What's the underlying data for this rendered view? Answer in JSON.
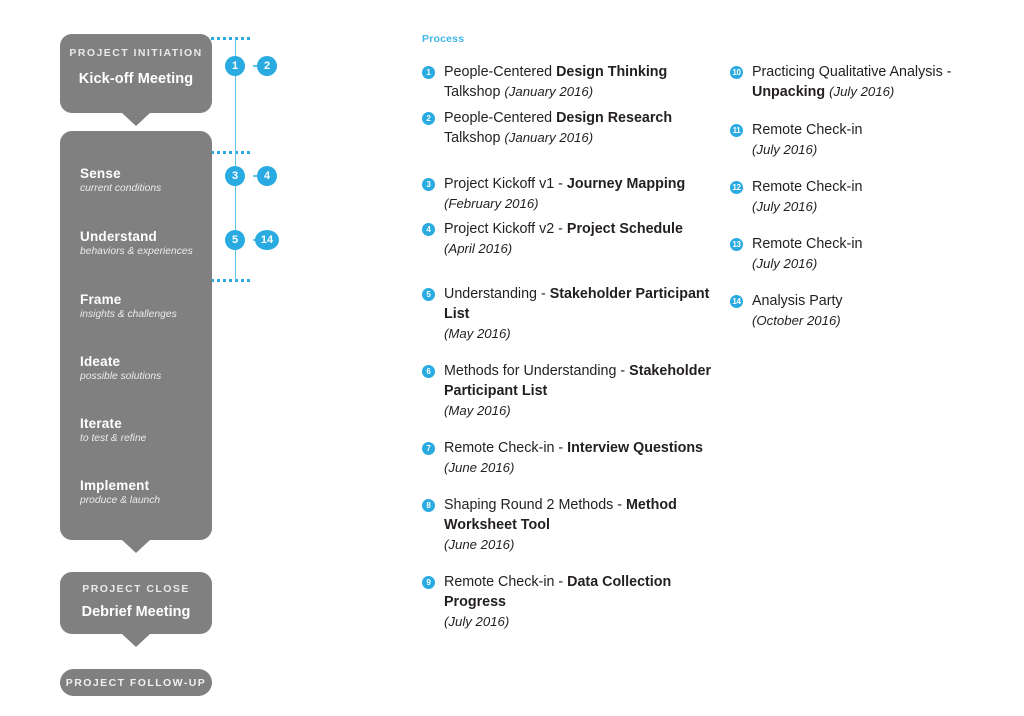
{
  "colors": {
    "accent": "#29ABE2",
    "accent_light": "#5BC2EC",
    "header_blue": "#41B6E6",
    "box_gray": "#808080",
    "text_dark": "#231f20"
  },
  "diagram": {
    "initiation": {
      "kicker": "PROJECT INITIATION",
      "title": "Kick-off Meeting"
    },
    "phases": [
      {
        "name": "Sense",
        "sub": "current conditions"
      },
      {
        "name": "Understand",
        "sub": "behaviors & experiences"
      },
      {
        "name": "Frame",
        "sub": "insights & challenges"
      },
      {
        "name": "Ideate",
        "sub": "possible solutions"
      },
      {
        "name": "Iterate",
        "sub": "to test & refine"
      },
      {
        "name": "Implement",
        "sub": "produce & launch"
      }
    ],
    "close": {
      "kicker": "PROJECT CLOSE",
      "title": "Debrief Meeting"
    },
    "followup": {
      "kicker": "PROJECT FOLLOW-UP"
    },
    "nodes": [
      {
        "label": "1"
      },
      {
        "label": "2"
      },
      {
        "label": "3"
      },
      {
        "label": "4"
      },
      {
        "label": "5"
      },
      {
        "label": "14"
      }
    ]
  },
  "process": {
    "header": "Process",
    "column_a": [
      {
        "num": "1",
        "plain": "People-Centered ",
        "bold": "Design Thinking",
        "plain2": "Talkshop ",
        "date_inline": "(January 2016)",
        "date": ""
      },
      {
        "num": "2",
        "plain": "People-Centered ",
        "bold": "Design Research",
        "plain2": "Talkshop ",
        "date_inline": "(January 2016)",
        "date": ""
      },
      {
        "num": "3",
        "plain": "Project Kickoff v1 - ",
        "bold": "Journey Mapping",
        "plain2": "",
        "date_inline": "",
        "date": "(February 2016)"
      },
      {
        "num": "4",
        "plain": "Project Kickoff v2 - ",
        "bold": "Project Schedule",
        "plain2": "",
        "date_inline": "",
        "date": "(April 2016)"
      },
      {
        "num": "5",
        "plain": "Understanding - ",
        "bold": "Stakeholder Participant List",
        "plain2": "",
        "date_inline": "",
        "date": "(May 2016)"
      },
      {
        "num": "6",
        "plain": "Methods for Understanding - ",
        "bold": "Stakeholder Participant List",
        "plain2": "",
        "date_inline": "",
        "date": "(May 2016)"
      },
      {
        "num": "7",
        "plain": "Remote Check-in - ",
        "bold": "Interview Questions",
        "plain2": "",
        "date_inline": "",
        "date": "(June 2016)"
      },
      {
        "num": "8",
        "plain": "Shaping Round 2 Methods - ",
        "bold": "Method Worksheet Tool",
        "plain2": "",
        "date_inline": "",
        "date": "(June 2016)"
      },
      {
        "num": "9",
        "plain": "Remote Check-in - ",
        "bold": "Data Collection Progress",
        "plain2": "",
        "date_inline": "",
        "date": "(July 2016)"
      }
    ],
    "column_b": [
      {
        "num": "10",
        "plain": "Practicing Qualitative Analysis - ",
        "bold": "Unpacking",
        "plain2": "",
        "date_inline": "(July 2016)",
        "date": ""
      },
      {
        "num": "11",
        "plain": "Remote Check-in",
        "bold": "",
        "plain2": "",
        "date_inline": "",
        "date": "(July 2016)"
      },
      {
        "num": "12",
        "plain": "Remote Check-in",
        "bold": "",
        "plain2": "",
        "date_inline": "",
        "date": "(July 2016)"
      },
      {
        "num": "13",
        "plain": "Remote Check-in",
        "bold": "",
        "plain2": "",
        "date_inline": "",
        "date": "(July 2016)"
      },
      {
        "num": "14",
        "plain": "Analysis Party",
        "bold": "",
        "plain2": "",
        "date_inline": "",
        "date": "(October 2016)"
      }
    ]
  }
}
